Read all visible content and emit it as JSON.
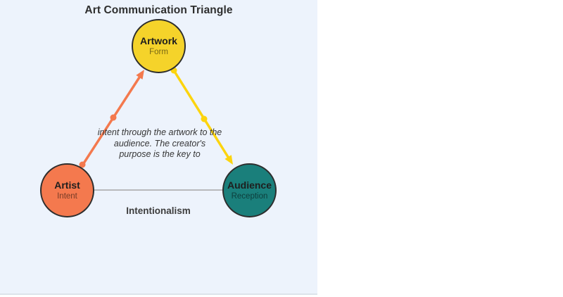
{
  "title": "Art Communication Triangle",
  "nodes": {
    "artwork": {
      "label": "Artwork",
      "sublabel": "Form",
      "fill": "#f5d32a"
    },
    "artist": {
      "label": "Artist",
      "sublabel": "Intent",
      "fill": "#f4794e"
    },
    "audience": {
      "label": "Audience",
      "sublabel": "Reception",
      "fill": "#1a7f7b"
    }
  },
  "edges": {
    "artist_to_artwork": {
      "from": "Artist",
      "to": "Artwork",
      "color": "#f4794e"
    },
    "artwork_to_audience": {
      "from": "Artwork",
      "to": "Audience",
      "color": "#fcd40e"
    },
    "artist_to_audience": {
      "from": "Artist",
      "to": "Audience",
      "color": "#a6a6a6",
      "label": "Intentionalism"
    }
  },
  "note": {
    "lines": [
      "intent through the artwork to the",
      "audience. The creator's",
      "purpose is the key to"
    ]
  },
  "colors": {
    "canvas_background": "#edf3fc",
    "canvas_border": "#dce3ea",
    "node_border": "#2d2d2d",
    "title_text": "#2e2e2e",
    "note_text": "#363636"
  }
}
